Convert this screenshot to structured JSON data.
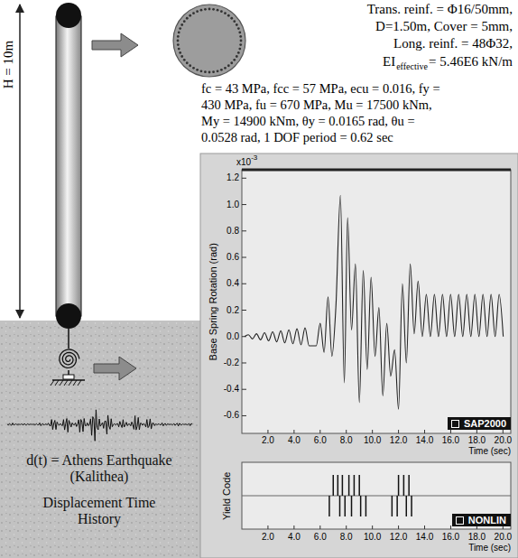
{
  "diagram": {
    "nodes": [
      {
        "text": [
          "d(t) = Athens Earthquake (Kalithea)",
          "Displacement Time History"
        ]
      },
      {
        "text": [
          "SAP2000"
        ]
      },
      {
        "text": [
          "NONLIN"
        ]
      }
    ],
    "labels": [
      "H = 10m",
      "Trans. reinf. = Φ16/50mm,",
      "D=1.50m, Cover = 5mm,",
      "Long. reinf. = 48Φ32,",
      "EI",
      "effective",
      "= 5.46E6 kN/m",
      "fc = 43 MPa, fcc = 57 MPa, ecu = 0.016, fy =",
      "430 MPa, fu = 670 MPa, Mu = 17500 kNm,",
      "My = 14900 kNm, θy = 0.0165 rad, θu =",
      "0.0528 rad, 1 DOF period = 0.62 sec",
      "x10",
      "-3",
      "1.2",
      "1.0",
      "0.8",
      "0.6",
      "0.4",
      "0.2",
      "0.0",
      "-0.2",
      "-0.4",
      "-0.6",
      "Base Spring Rotation (rad)",
      "2.0",
      "4.0",
      "6.0",
      "8.0",
      "10.0",
      "12.0",
      "14.0",
      "16.0",
      "18.0",
      "20.0",
      "Time (sec)",
      "Yield Code",
      "2.0",
      "4.0",
      "6.0",
      "8.0",
      "10.0",
      "12.0",
      "14.0",
      "16.0",
      "18.0",
      "20.0",
      "Time (sec)"
    ]
  }
}
